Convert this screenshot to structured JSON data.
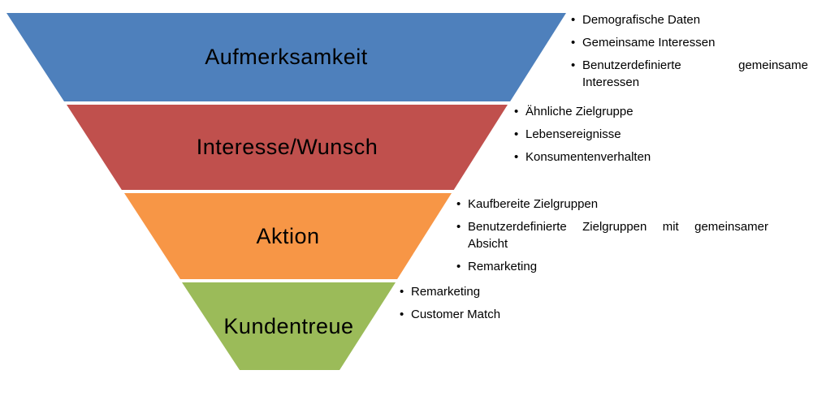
{
  "funnel": {
    "bullet_char": "•",
    "levels": [
      {
        "label": "Aufmerksamkeit",
        "color": "#4E80BC",
        "bullets": [
          "Demografische Daten",
          "Gemeinsame Interessen",
          "Benutzerdefinierte gemeinsame Interessen"
        ]
      },
      {
        "label": "Interesse/Wunsch",
        "color": "#C0504D",
        "bullets": [
          "Ähnliche Zielgruppe",
          "Lebensereignisse",
          "Konsumentenverhalten"
        ]
      },
      {
        "label": "Aktion",
        "color": "#F79646",
        "bullets": [
          "Kaufbereite Zielgruppen",
          "Benutzerdefinierte Zielgruppen mit gemeinsamer Absicht",
          "Remarketing"
        ]
      },
      {
        "label": "Kundentreue",
        "color": "#9BBB59",
        "bullets": [
          "Remarketing",
          "Customer Match"
        ]
      }
    ]
  }
}
